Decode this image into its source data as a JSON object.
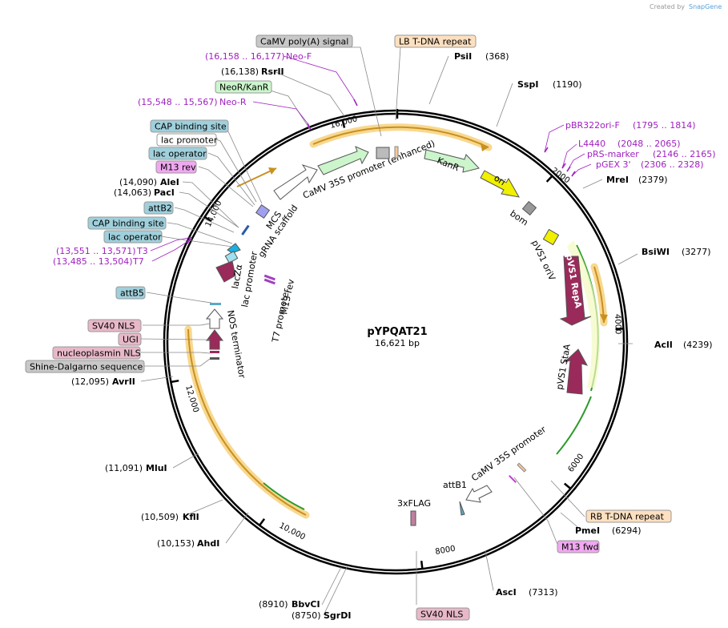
{
  "map": {
    "name": "pYPQAT21",
    "length_label": "16,621 bp",
    "total_bp": 16621
  },
  "credit": {
    "prefix": "Created by",
    "brand": "SnapGene"
  },
  "ticks": [
    "2000",
    "4000",
    "6000",
    "8000",
    "10,000",
    "12,000",
    "14,000",
    "16,000"
  ],
  "sites": [
    {
      "name": "PsiI",
      "pos": "(368)"
    },
    {
      "name": "SspI",
      "pos": "(1190)"
    },
    {
      "name": "MreI",
      "pos": "(2379)"
    },
    {
      "name": "BsiWI",
      "pos": "(3277)"
    },
    {
      "name": "AclI",
      "pos": "(4239)"
    },
    {
      "name": "PmeI",
      "pos": "(6294)"
    },
    {
      "name": "AscI",
      "pos": "(7313)"
    },
    {
      "name": "SgrDI",
      "pos": "(8750)"
    },
    {
      "name": "BbvCI",
      "pos": "(8910)"
    },
    {
      "name": "AhdI",
      "pos": "(10,153)"
    },
    {
      "name": "KflI",
      "pos": "(10,509)"
    },
    {
      "name": "MluI",
      "pos": "(11,091)"
    },
    {
      "name": "AvrII",
      "pos": "(12,095)"
    },
    {
      "name": "PacI",
      "pos": "(14,063)"
    },
    {
      "name": "AleI",
      "pos": "(14,090)"
    },
    {
      "name": "RsrII",
      "pos": "(16,138)"
    }
  ],
  "primers": [
    {
      "name": "Neo-F",
      "pos": "(16,158 .. 16,177)"
    },
    {
      "name": "Neo-R",
      "pos": "(15,548 .. 15,567)"
    },
    {
      "name": "pBR322ori-F",
      "pos": "(1795 .. 1814)"
    },
    {
      "name": "L4440",
      "pos": "(2048 .. 2065)"
    },
    {
      "name": "pRS-marker",
      "pos": "(2146 .. 2165)"
    },
    {
      "name": "pGEX 3'",
      "pos": "(2306 .. 2328)"
    },
    {
      "name": "T3",
      "pos": "(13,551 .. 13,571)"
    },
    {
      "name": "T7",
      "pos": "(13,485 .. 13,504)"
    }
  ],
  "boxed_labels": [
    {
      "text": "CaMV poly(A) signal",
      "color": "#c8c8c8"
    },
    {
      "text": "LB T-DNA repeat",
      "color": "#fde0c0"
    },
    {
      "text": "NeoR/KanR",
      "color": "#ccf5cc"
    },
    {
      "text": "CAP binding site",
      "color": "#9fd0dc"
    },
    {
      "text": "lac promoter",
      "color": "#ffffff"
    },
    {
      "text": "lac operator",
      "color": "#9fd0dc"
    },
    {
      "text": "M13 rev",
      "color": "#f0a8f0"
    },
    {
      "text": "attB2",
      "color": "#9fd0dc"
    },
    {
      "text": "CAP binding site",
      "color": "#9fd0dc"
    },
    {
      "text": "lac operator",
      "color": "#9fd0dc"
    },
    {
      "text": "attB5",
      "color": "#9fd0dc"
    },
    {
      "text": "SV40 NLS",
      "color": "#e8b8c8"
    },
    {
      "text": "UGI",
      "color": "#e8b8c8"
    },
    {
      "text": "nucleoplasmin NLS",
      "color": "#e8b8c8"
    },
    {
      "text": "Shine-Dalgarno sequence",
      "color": "#c8c8c8"
    },
    {
      "text": "RB T-DNA repeat",
      "color": "#fde0c0"
    },
    {
      "text": "M13 fwd",
      "color": "#f0a8f0"
    },
    {
      "text": "SV40 NLS",
      "color": "#e8b8c8"
    }
  ],
  "features": {
    "camv35s_enh": "CaMV 35S promoter (enhanced)",
    "kanr": "KanR",
    "ori": "ori",
    "bom": "bom",
    "pvs1_oriv": "pVS1 oriV",
    "pvs1_repa": "pVS1 RepA",
    "pvs1_staa": "pVS1 StaA",
    "camv35s": "CaMV 35S promoter",
    "attb1": "attB1",
    "flag": "3xFLAG",
    "mcs": "MCS",
    "grna": "gRNA scaffold",
    "lacza": "lacZα",
    "lacprom": "lac promoter",
    "t7prom": "T7 promoter",
    "m13rev": "M13 rev",
    "nos": "NOS terminator"
  },
  "colors": {
    "backbone": "#000000",
    "orf_highlight": "#f8d890",
    "orf_arrow": "#c89020",
    "green_arrow": "#2a9a2a",
    "promoter_fill": "#ffffff",
    "kanr_fill": "#ccf5cc",
    "ori_fill": "#f0f000",
    "repa_fill": "#9a2a5a",
    "primer": "#a020c0"
  }
}
